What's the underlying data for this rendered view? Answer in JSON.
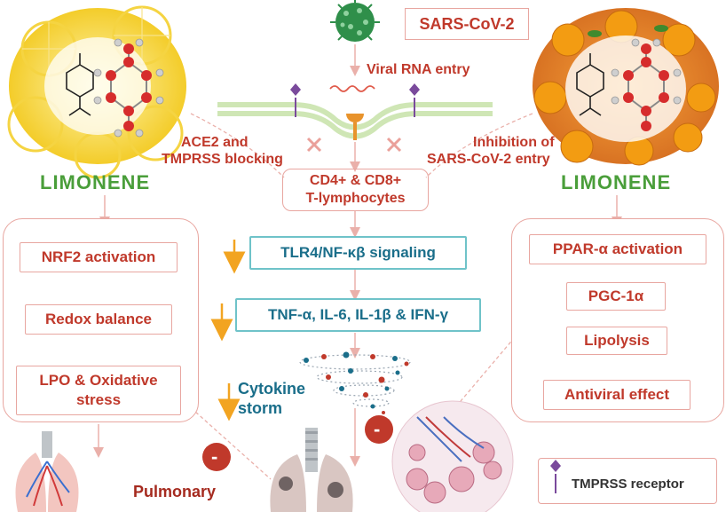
{
  "virus_label": "SARS-CoV-2",
  "viral_entry": "Viral RNA entry",
  "left_block_1": "ACE2 and",
  "left_block_2": "TMPRSS blocking",
  "right_inhib_1": "Inhibition of",
  "right_inhib_2": "SARS-CoV-2 entry",
  "lymph_1": "CD4+ & CD8+",
  "lymph_2": "T-lymphocytes",
  "compound_left": "LIMONENE",
  "compound_right": "LIMONENE",
  "tlr": "TLR4/NF-κβ signaling",
  "cytokines": "TNF-α, IL-6, IL-1β & IFN-γ",
  "storm_1": "Cytokine",
  "storm_2": "storm",
  "left_path": [
    "NRF2 activation",
    "Redox balance",
    "LPO & Oxidative",
    "stress"
  ],
  "right_path": [
    "PPAR-α activation",
    "PGC-1α",
    "Lipolysis",
    "Antiviral effect"
  ],
  "minus": "-",
  "pulmonary": "Pulmonary",
  "legend": "TMPRSS receptor",
  "colors": {
    "accent_red": "#c0392b",
    "accent_green": "#4a9e3a",
    "accent_teal": "#1a6e8a",
    "orange_arrow": "#f2a421"
  }
}
